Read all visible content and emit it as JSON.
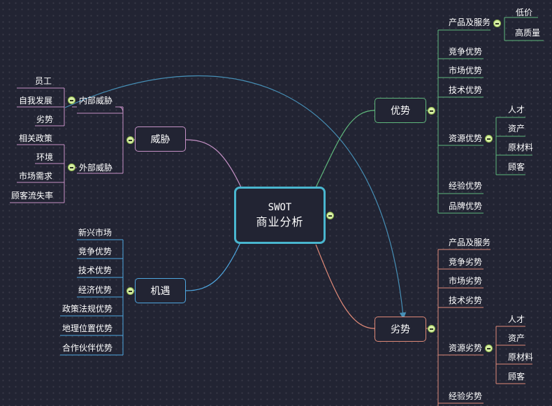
{
  "colors": {
    "background": "#222433",
    "center_border": "#49b6cf",
    "strengths": "#5fb77c",
    "weaknesses": "#e08a78",
    "threats": "#c591c6",
    "opportunities": "#4fa7e0",
    "arrow": "#4790b7",
    "toggle": "#d8efa6"
  },
  "center": {
    "line1": "SWOT",
    "line2": "商业分析"
  },
  "threats": {
    "label": "威胁",
    "groups": [
      {
        "label": "内部威胁",
        "items": [
          "员工",
          "自我发展",
          "劣势"
        ]
      },
      {
        "label": "外部威胁",
        "items": [
          "相关政策",
          "环境",
          "市场需求",
          "顾客流失率"
        ]
      }
    ]
  },
  "opportunities": {
    "label": "机遇",
    "items": [
      "新兴市场",
      "竞争优势",
      "技术优势",
      "经济优势",
      "政策法规优势",
      "地理位置优势",
      "合作伙伴优势"
    ]
  },
  "strengths": {
    "label": "优势",
    "items": [
      {
        "label": "产品及服务",
        "children": [
          "低价",
          "高质量"
        ]
      },
      {
        "label": "竞争优势"
      },
      {
        "label": "市场优势"
      },
      {
        "label": "技术优势"
      },
      {
        "label": "资源优势",
        "children": [
          "人才",
          "资产",
          "原材料",
          "顾客"
        ]
      },
      {
        "label": "经验优势"
      },
      {
        "label": "品牌优势"
      }
    ]
  },
  "weaknesses": {
    "label": "劣势",
    "items": [
      {
        "label": "产品及服务"
      },
      {
        "label": "竞争劣势"
      },
      {
        "label": "市场劣势"
      },
      {
        "label": "技术劣势"
      },
      {
        "label": "资源劣势",
        "children": [
          "人才",
          "资产",
          "原材料",
          "顾客"
        ]
      },
      {
        "label": "经验劣势"
      }
    ]
  }
}
